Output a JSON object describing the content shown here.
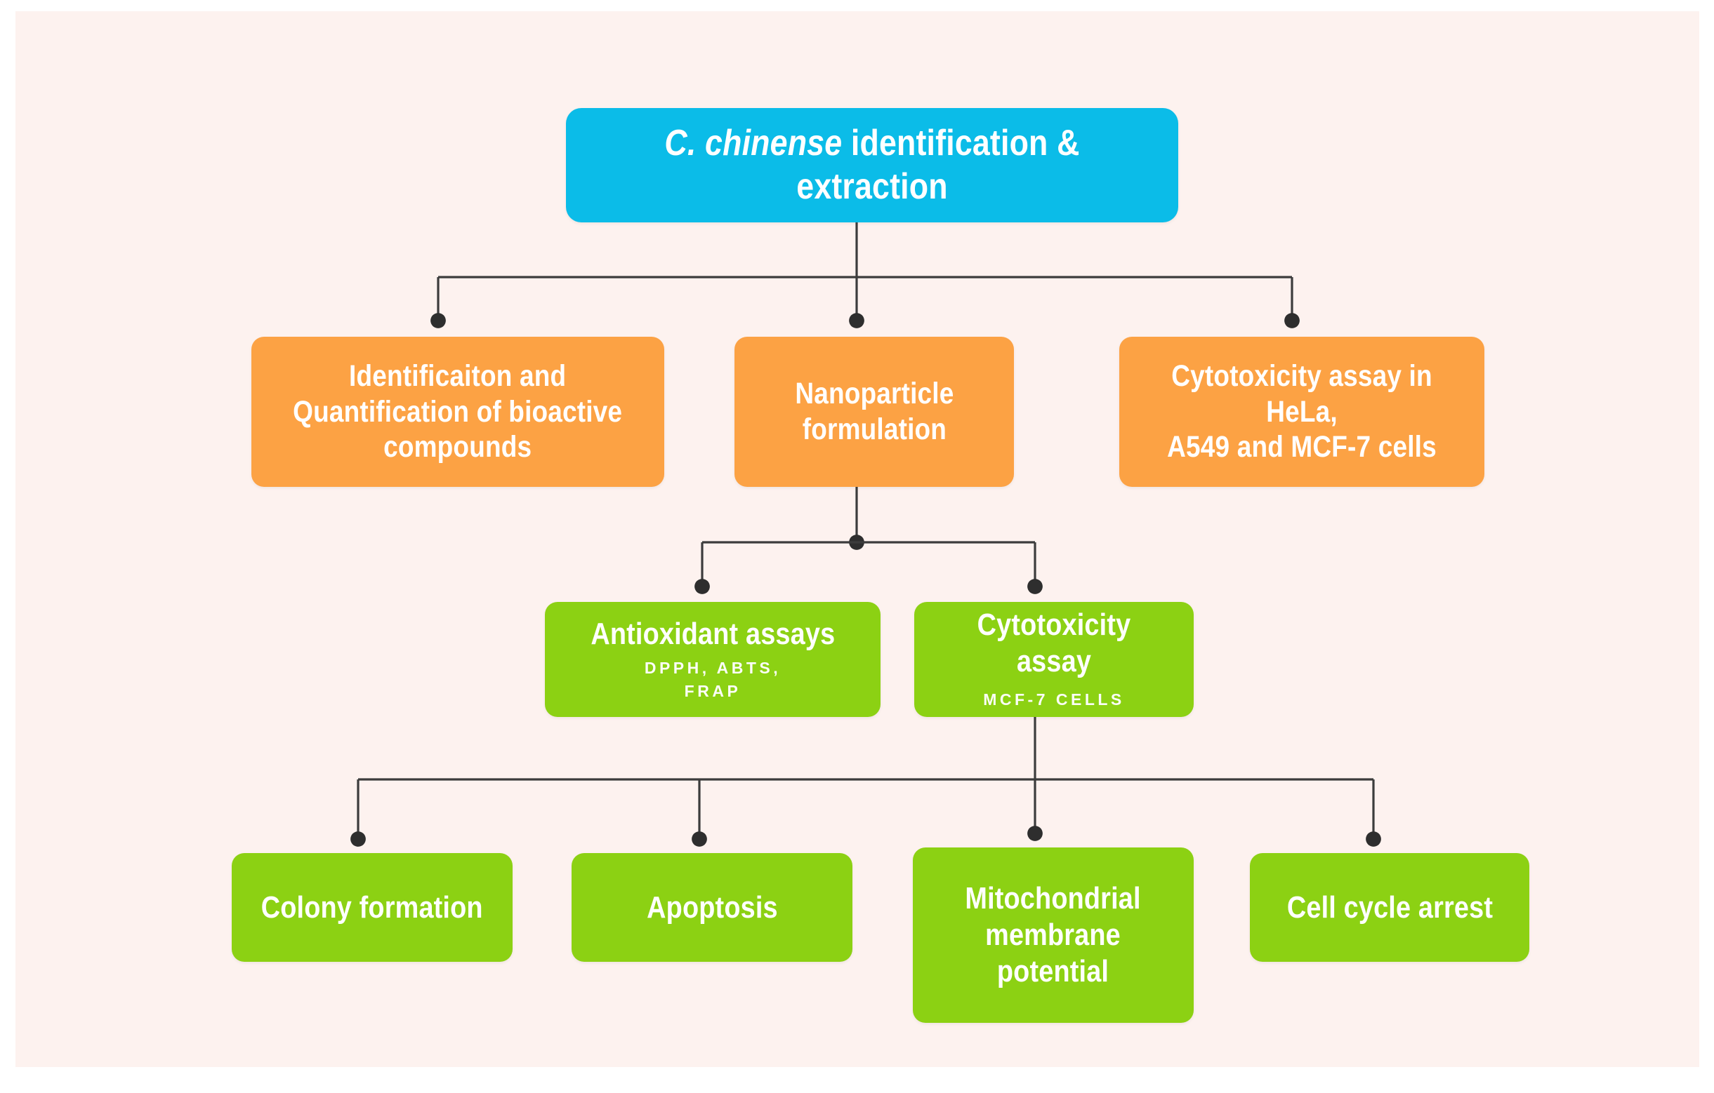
{
  "diagram": {
    "title": "Experimental workflow flowchart",
    "background_color": "#FDF2EF",
    "page_color": "#FFFFFF",
    "connector_color": "#3C3C3C",
    "colors": {
      "root": "#0BBCE8",
      "level2": "#FCA244",
      "level3": "#8CD113",
      "text": "#FFFFFF"
    },
    "nodes": {
      "root": {
        "label_prefix": "C. chinense",
        "label_rest": " identification & extraction",
        "color": "#0BBCE8"
      },
      "identification": {
        "label": "Identificaiton and\nQuantification of bioactive\ncompounds",
        "color": "#FCA244"
      },
      "nanoparticle": {
        "label": "Nanoparticle\nformulation",
        "color": "#FCA244"
      },
      "cytotoxicity_panel": {
        "label": "Cytotoxicity assay in HeLa,\nA549 and MCF-7 cells",
        "color": "#FCA244"
      },
      "antioxidant": {
        "label": "Antioxidant assays",
        "subtitle": "DPPH, ABTS,\nFRAP",
        "color": "#8CD113"
      },
      "cytotoxicity_assay": {
        "label": "Cytotoxicity assay",
        "subtitle": "MCF-7 CELLS",
        "color": "#8CD113"
      },
      "colony": {
        "label": "Colony formation",
        "color": "#8CD113"
      },
      "apoptosis": {
        "label": "Apoptosis",
        "color": "#8CD113"
      },
      "mitochondrial": {
        "label": "Mitochondrial\nmembrane\npotential",
        "color": "#8CD113"
      },
      "cell_cycle": {
        "label": "Cell cycle arrest",
        "color": "#8CD113"
      }
    },
    "edges": [
      {
        "from": "root",
        "to": "identification"
      },
      {
        "from": "root",
        "to": "nanoparticle"
      },
      {
        "from": "root",
        "to": "cytotoxicity_panel"
      },
      {
        "from": "nanoparticle",
        "to": "antioxidant"
      },
      {
        "from": "nanoparticle",
        "to": "cytotoxicity_assay"
      },
      {
        "from": "cytotoxicity_assay",
        "to": "colony"
      },
      {
        "from": "cytotoxicity_assay",
        "to": "apoptosis"
      },
      {
        "from": "cytotoxicity_assay",
        "to": "mitochondrial"
      },
      {
        "from": "cytotoxicity_assay",
        "to": "cell_cycle"
      }
    ]
  }
}
